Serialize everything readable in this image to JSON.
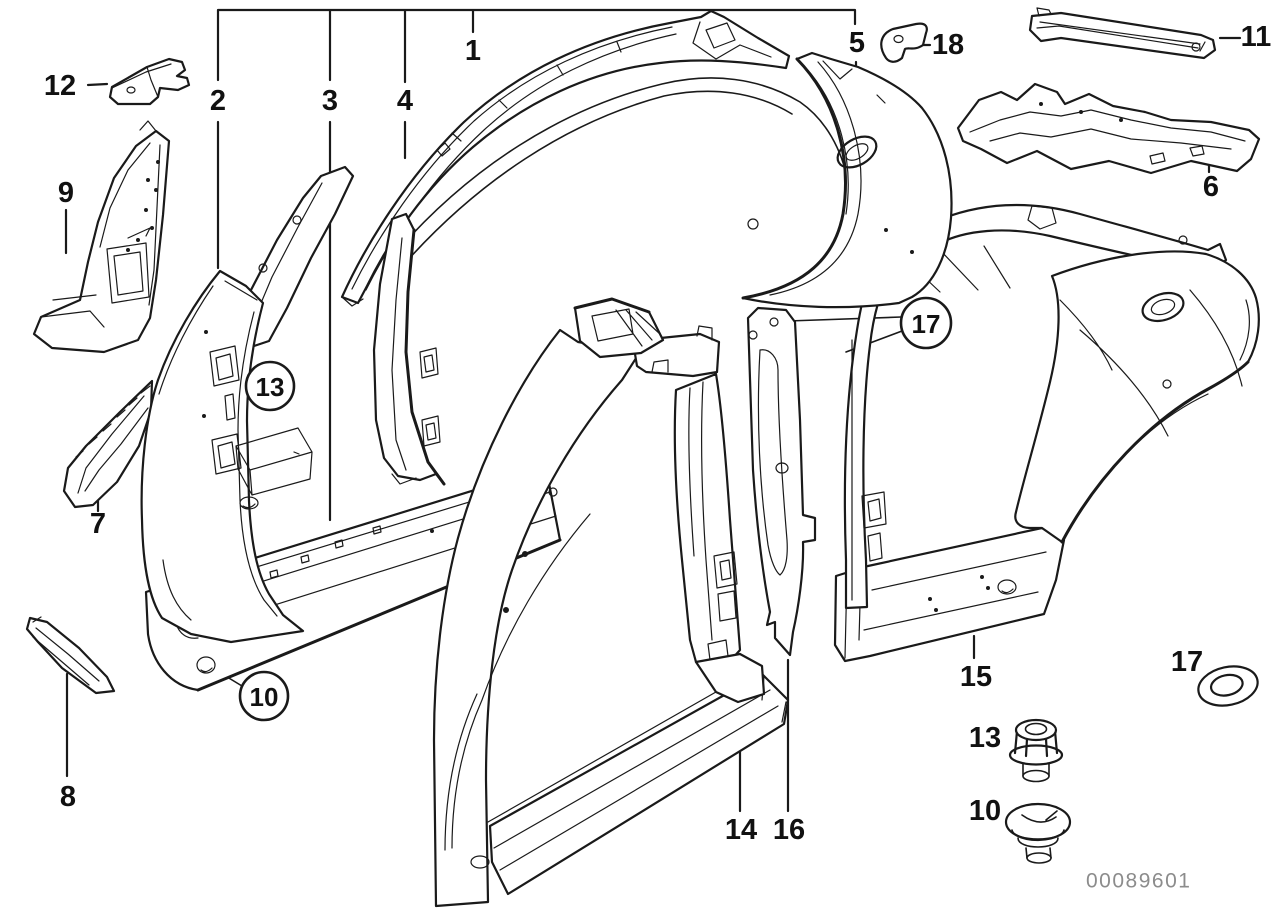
{
  "figure": {
    "type": "exploded-parts-diagram",
    "subject": "body-side-frame",
    "drawing_number": "00089601",
    "colors": {
      "line": "#1a1a1a",
      "background": "#ffffff",
      "drawing_number_gray": "#8c8c8c"
    },
    "callouts": {
      "p1": "1",
      "p2": "2",
      "p3": "3",
      "p4": "4",
      "p5": "5",
      "p6": "6",
      "p7": "7",
      "p8": "8",
      "p9": "9",
      "p11": "11",
      "p12": "12",
      "p14": "14",
      "p15": "15",
      "p16": "16",
      "p18": "18",
      "circled13": "13",
      "circled17": "17",
      "circled10": "10",
      "washer17": "17",
      "nut13": "13",
      "grommet10": "10"
    }
  }
}
